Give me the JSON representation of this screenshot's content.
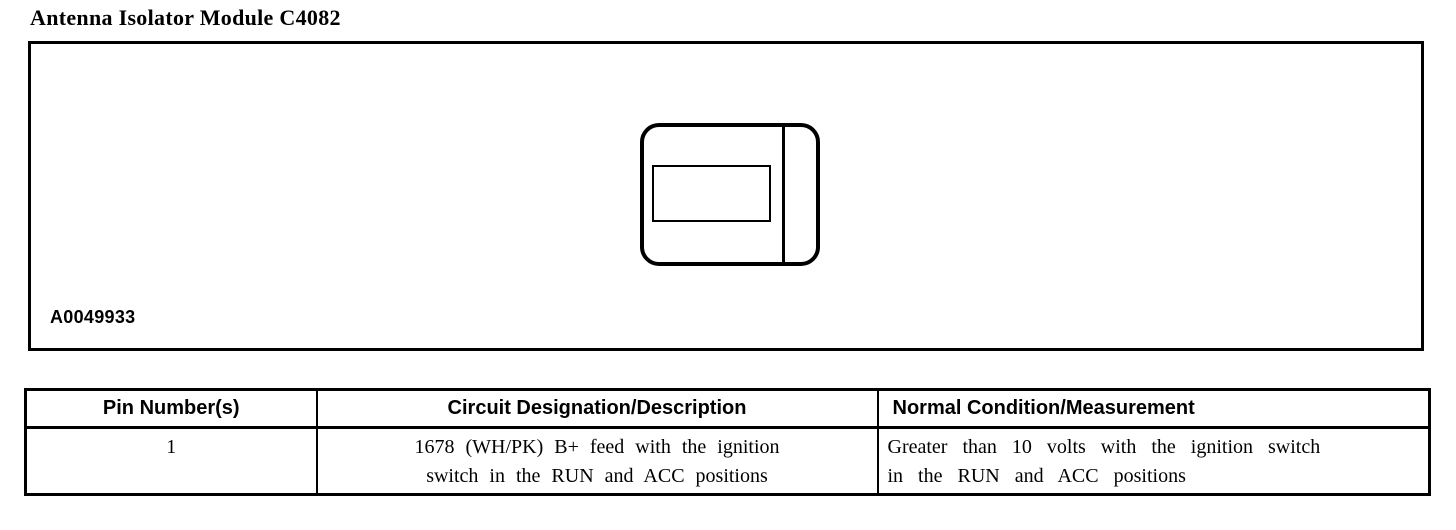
{
  "page": {
    "title": "Antenna Isolator Module C4082"
  },
  "figure": {
    "label": "A0049933"
  },
  "table": {
    "headers": [
      "Pin Number(s)",
      "Circuit Designation/Description",
      "Normal Condition/Measurement"
    ],
    "rows": [
      {
        "pin": "1",
        "circuit_lines": [
          "1678 (WH/PK) B+ feed with the ignition",
          "switch in the RUN and ACC positions"
        ],
        "normal_lines": [
          "Greater than 10 volts with the ignition switch",
          "in the RUN and ACC positions"
        ]
      }
    ]
  },
  "colors": {
    "ink": "#000000",
    "background": "#ffffff"
  }
}
